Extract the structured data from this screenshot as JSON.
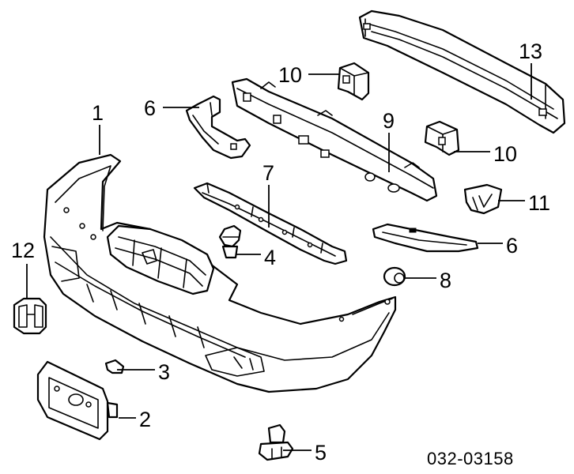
{
  "diagram_code": "032-03158",
  "callouts": {
    "c1": "1",
    "c2": "2",
    "c3": "3",
    "c4": "4",
    "c5": "5",
    "c6a": "6",
    "c6b": "6",
    "c7": "7",
    "c8": "8",
    "c9": "9",
    "c10a": "10",
    "c10b": "10",
    "c11": "11",
    "c12": "12",
    "c13": "13"
  }
}
